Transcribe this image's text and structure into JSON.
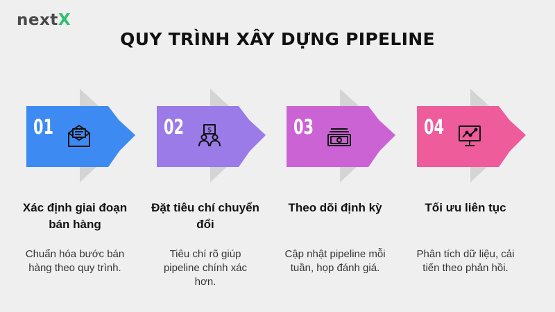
{
  "brand": {
    "logo_main": "next",
    "logo_accent": "X",
    "accent_color": "#2fbf71"
  },
  "title": "QUY TRÌNH XÂY DỰNG PIPELINE",
  "steps": [
    {
      "number": "01",
      "icon": "envelope-open-icon",
      "color": "#3d8bf2",
      "heading": "Xác định giai đoạn bán hàng",
      "description": "Chuẩn hóa bước bán hàng theo quy trình."
    },
    {
      "number": "02",
      "icon": "dollar-presentation-people-icon",
      "color": "#9b7be8",
      "heading": "Đặt tiêu chí chuyển đổi",
      "description": "Tiêu chí rõ giúp pipeline chính xác hơn."
    },
    {
      "number": "03",
      "icon": "money-bills-icon",
      "color": "#cc63d4",
      "heading": "Theo dõi định kỳ",
      "description": "Cập nhật pipeline mỗi tuần, họp đánh giá."
    },
    {
      "number": "04",
      "icon": "monitor-line-chart-icon",
      "color": "#ee5c9c",
      "heading": "Tối ưu liên tục",
      "description": "Phân tích dữ liệu, cải tiến theo phản hồi."
    }
  ]
}
